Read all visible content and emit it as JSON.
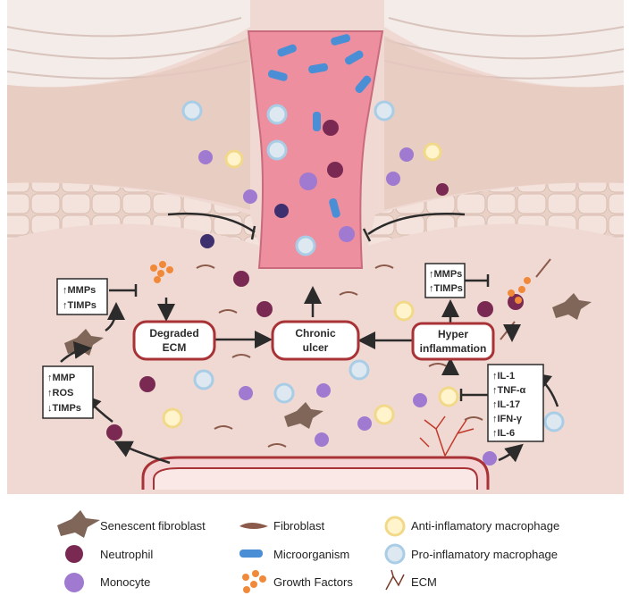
{
  "nodes": {
    "degraded_ecm": [
      "Degraded",
      "ECM"
    ],
    "chronic_ulcer": [
      "Chronic",
      "ulcer"
    ],
    "hyper_inflammation": [
      "Hyper",
      "inflammation"
    ]
  },
  "boxes": {
    "mmps_timps_left": [
      "MMPs",
      "TIMPs"
    ],
    "mmp_ros_timps": [
      "MMP",
      "ROS",
      "TIMPs"
    ],
    "mmps_timps_right": [
      "MMPs",
      "TIMPs"
    ],
    "cytokines": [
      "IL-1",
      "TNF-α",
      "IL-17",
      "IFN-γ",
      "IL-6"
    ]
  },
  "legend": {
    "senescent_fibroblast": "Senescent fibroblast",
    "neutrophil": "Neutrophil",
    "monocyte": "Monocyte",
    "fibroblast": "Fibroblast",
    "microorganism": "Microorganism",
    "growth_factors": "Growth Factors",
    "anti_macrophage": "Anti-inflamatory macrophage",
    "pro_macrophage": "Pro-inflamatory macrophage",
    "ecm": "ECM"
  },
  "colors": {
    "tissue": "#efd9d2",
    "skin_layer": "#e8cfc5",
    "ulcer": "#ee8fa0",
    "node_border": "#a83236",
    "neutrophil": "#7a2a52",
    "monocyte": "#a07ad0",
    "anti_macrophage": "#f2d98a",
    "pro_macrophage": "#a9cde6",
    "growth_factor": "#f08a3a",
    "microorganism": "#4a8fd6",
    "fibroblast": "#8b5a4a"
  }
}
